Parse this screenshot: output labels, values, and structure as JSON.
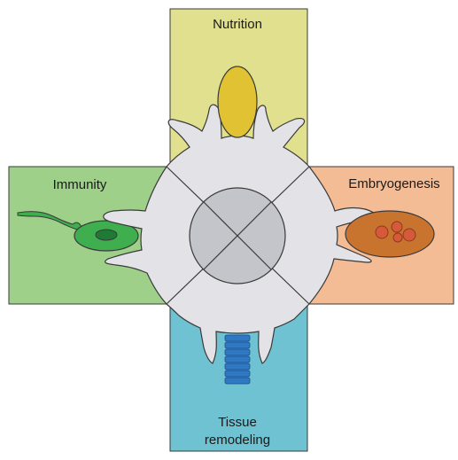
{
  "panels": {
    "top": {
      "label": "Nutrition",
      "color": "#e0e08e"
    },
    "left": {
      "label": "Immunity",
      "color": "#9fd08a"
    },
    "right": {
      "label": "Embryogenesis",
      "color": "#f4bc95"
    },
    "bottom": {
      "label_line1": "Tissue",
      "label_line2": "remodeling",
      "color": "#6ec2d2"
    }
  },
  "colors": {
    "cell_body": "#e3e3e7",
    "nucleus": "#c4c5ca",
    "outline": "#3a3a3a",
    "nutrition_cell": "#e1c232",
    "immunity_cell": "#3fae4f",
    "immunity_nucleus": "#1f7a35",
    "embryo_cell": "#c8742f",
    "embryo_inner": "#d65a3a",
    "tissue_stack": "#2f78c4"
  }
}
